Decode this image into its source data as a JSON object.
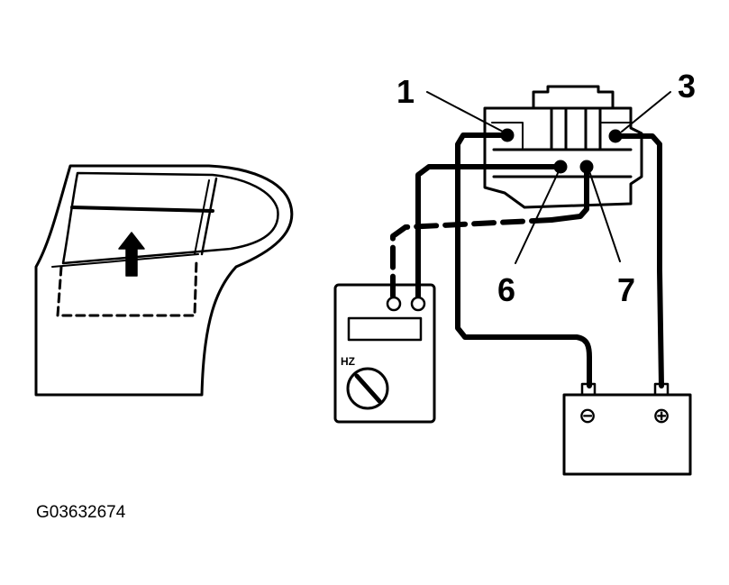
{
  "terminal_labels": {
    "t1": "1",
    "t3": "3",
    "t6": "6",
    "t7": "7"
  },
  "meter": {
    "unit_label": "HZ"
  },
  "battery": {
    "negative_symbol": "⊖",
    "positive_symbol": "⊕"
  },
  "figure_code": "G03632674",
  "colors": {
    "ink": "#000000",
    "paper": "#ffffff"
  }
}
